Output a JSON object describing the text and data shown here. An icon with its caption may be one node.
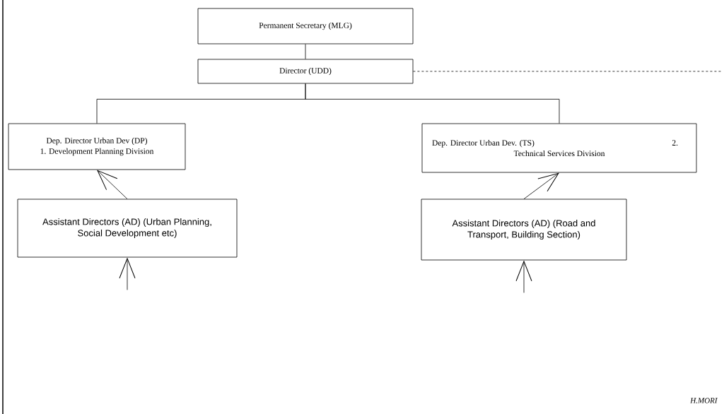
{
  "diagram": {
    "nodes": [
      {
        "text": [
          "Permanent Secretary (MLG)"
        ]
      },
      {
        "text": [
          "Director (UDD)"
        ]
      },
      {
        "text": [
          "Dep. Director Urban Dev (DP)",
          "1. Development Planning Division"
        ]
      },
      {
        "text": [
          "Dep. Director Urban Dev. (TS)",
          "2.",
          "Technical Services Division"
        ]
      },
      {
        "text": [
          "Assistant Directors (AD) (Urban Planning, Social Development etc)"
        ]
      },
      {
        "text": [
          "Assistant Directors (AD) (Road and Transport, Building Section)"
        ]
      }
    ],
    "edges": [
      {
        "from": 0,
        "to": 1,
        "arrow": "none"
      },
      {
        "from": 1,
        "to": 2,
        "arrow": "none"
      },
      {
        "from": 1,
        "to": 3,
        "arrow": "none"
      },
      {
        "from": 4,
        "to": 2,
        "arrow": "to"
      },
      {
        "from": 5,
        "to": 3,
        "arrow": "to"
      },
      {
        "from": null,
        "to": 4,
        "arrow": "to"
      },
      {
        "from": null,
        "to": 5,
        "arrow": "to"
      },
      {
        "from": 1,
        "to": null,
        "arrow": "none",
        "style": "dashed"
      }
    ],
    "labels": [
      "H.MORI"
    ]
  }
}
